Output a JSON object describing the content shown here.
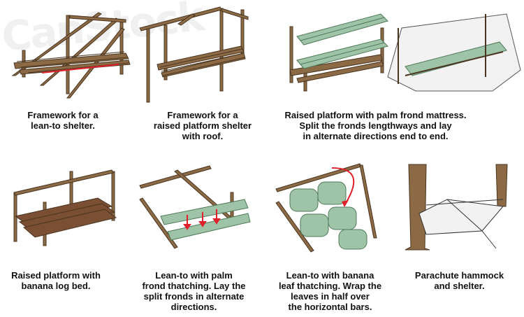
{
  "colors": {
    "wood": "#8b6a45",
    "wood_dark": "#4a3520",
    "frond": "#9fc3a6",
    "frond_dark": "#4e7a5a",
    "log": "#7a4f33",
    "fabric": "#f2f2f2",
    "arrow": "#e0202a"
  },
  "panels": [
    {
      "id": "lean-to-frame",
      "caption": "Framework for a\nlean-to shelter."
    },
    {
      "id": "raised-platform-roof",
      "caption": "Framework for a\nraised platform shelter\nwith roof."
    },
    {
      "id": "palm-frond-mattress",
      "caption": "Raised platform with palm frond mattress.\nSplit the fronds lengthways and lay\nin alternate directions end to end."
    },
    {
      "id": "banana-log-bed",
      "caption": "Raised platform with\nbanana log bed."
    },
    {
      "id": "palm-frond-thatching",
      "caption": "Lean-to with palm\nfrond thatching. Lay the\nsplit fronds in alternate\ndirections."
    },
    {
      "id": "banana-leaf-thatching",
      "caption": "Lean-to with banana\nleaf thatching. Wrap the\nleaves in half over\nthe horizontal bars."
    },
    {
      "id": "parachute-hammock",
      "caption": "Parachute hammock\nand shelter."
    }
  ]
}
